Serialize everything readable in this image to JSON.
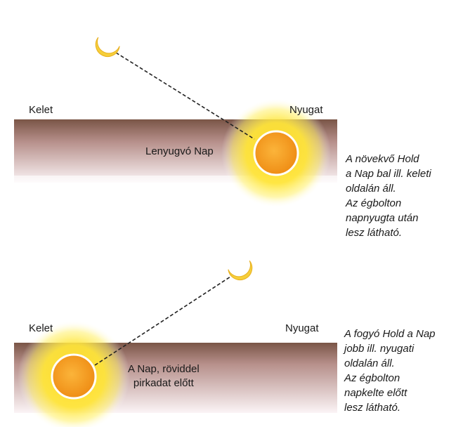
{
  "top": {
    "east_label": "Kelet",
    "west_label": "Nyugat",
    "sun_label": "Lenyugvó Nap",
    "caption_lines": [
      "A növekvő Hold",
      "a Nap bal ill. keleti",
      "oldalán áll.",
      "Az égbolton",
      "napnyugta után",
      "lesz látható."
    ]
  },
  "bottom": {
    "east_label": "Kelet",
    "west_label": "Nyugat",
    "sun_label_lines": [
      "A Nap, röviddel",
      "pirkadat előtt"
    ],
    "caption_lines": [
      "A fogyó Hold a Nap",
      "jobb ill. nyugati",
      "oldalán áll.",
      "Az égbolton",
      "napkelte előtt",
      "lesz látható."
    ]
  },
  "colors": {
    "horizon_dark": "#7a5547",
    "horizon_light": "#f3e6ea",
    "sun_core": "#f39a1e",
    "sun_glow": "#ffe23a",
    "moon": "#f6cf3a",
    "sun_ring": "#ffffff"
  },
  "icons": [
    "crescent-moon-icon",
    "sun-icon"
  ]
}
